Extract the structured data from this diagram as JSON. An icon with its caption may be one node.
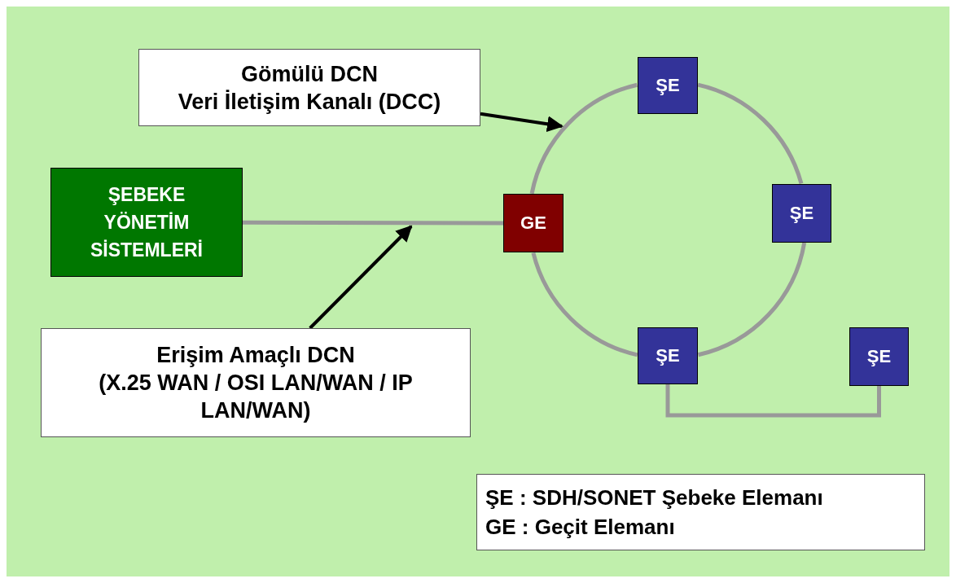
{
  "diagram": {
    "nodes": [
      {
        "text": [
          "Gömülü DCN",
          "Veri İletişim Kanalı (DCC)"
        ]
      },
      {
        "text": [
          "ŞEBEKE YÖNETİM SİSTEMLERİ"
        ]
      },
      {
        "text": [
          "GE"
        ]
      },
      {
        "text": [
          "ŞE"
        ]
      },
      {
        "text": [
          "ŞE"
        ]
      },
      {
        "text": [
          "ŞE"
        ]
      },
      {
        "text": [
          "ŞE"
        ]
      },
      {
        "text": [
          "Erişim Amaçlı DCN",
          "(X.25 WAN / OSI LAN/WAN / IP LAN/WAN)"
        ]
      }
    ],
    "edges": [
      {
        "from": 1,
        "to": 2,
        "arrow": "none"
      },
      {
        "from": 2,
        "to": 3,
        "arrow": "none"
      },
      {
        "from": 3,
        "to": 4,
        "arrow": "none"
      },
      {
        "from": 4,
        "to": 5,
        "arrow": "none"
      },
      {
        "from": 5,
        "to": 2,
        "arrow": "none"
      },
      {
        "from": 5,
        "to": 6,
        "arrow": "none"
      },
      {
        "from": 0,
        "to": null,
        "arrow": "to",
        "color": "#000000"
      },
      {
        "from": 7,
        "to": null,
        "arrow": "to",
        "color": "#000000"
      }
    ],
    "labels": [
      "ŞE : SDH/SONET Şebeke Elemanı",
      "GE : Geçit Elemanı"
    ]
  }
}
